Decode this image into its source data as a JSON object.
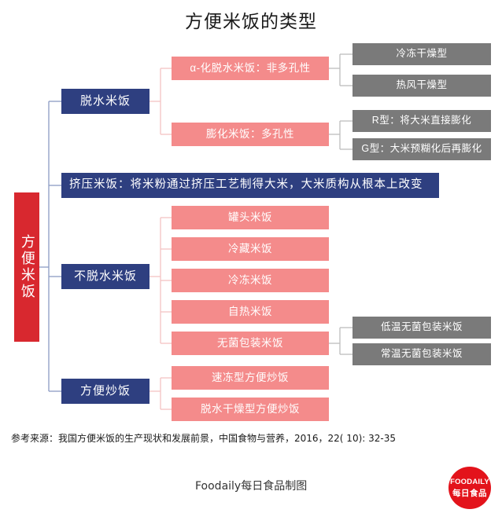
{
  "title": "方便米饭的类型",
  "root": {
    "label": "方便米饭",
    "color": "#d8282f"
  },
  "colors": {
    "blue": "#2e3f80",
    "pink": "#f48b8b",
    "gray": "#7a7a7a",
    "red": "#d8282f",
    "connector_blue": "#8b9bc4",
    "connector_pink": "#f3c4c4",
    "connector_gray": "#bdbdbd",
    "title_text": "#1a1a1a",
    "logo": "#e3131b"
  },
  "branches": [
    {
      "id": "dehydrated",
      "label": "脱水米饭",
      "children": [
        {
          "id": "alpha",
          "label": "α-化脱水米饭：非多孔性",
          "children": [
            {
              "id": "freezedry",
              "label": "冷冻干燥型"
            },
            {
              "id": "hotair",
              "label": "热风干燥型"
            }
          ]
        },
        {
          "id": "puffed",
          "label": "膨化米饭：多孔性",
          "children": [
            {
              "id": "rtype",
              "label": "R型：将大米直接膨化"
            },
            {
              "id": "gtype",
              "label": "G型：大米预糊化后再膨化"
            }
          ]
        }
      ]
    },
    {
      "id": "extruded",
      "label": "挤压米饭：将米粉通过挤压工艺制得大米，大米质构从根本上改变",
      "children": []
    },
    {
      "id": "nondehydrated",
      "label": "不脱水米饭",
      "children": [
        {
          "id": "canned",
          "label": "罐头米饭"
        },
        {
          "id": "chilled",
          "label": "冷藏米饭"
        },
        {
          "id": "frozen",
          "label": "冷冻米饭"
        },
        {
          "id": "selfheat",
          "label": "自热米饭"
        },
        {
          "id": "aseptic",
          "label": "无菌包装米饭",
          "children": [
            {
              "id": "lowtemp",
              "label": "低温无菌包装米饭"
            },
            {
              "id": "normtemp",
              "label": "常温无菌包装米饭"
            }
          ]
        }
      ]
    },
    {
      "id": "friedrice",
      "label": "方便炒饭",
      "children": [
        {
          "id": "quickfrozen",
          "label": "速冻型方便炒饭"
        },
        {
          "id": "dryfried",
          "label": "脱水干燥型方便炒饭"
        }
      ]
    }
  ],
  "footer": {
    "source": "参考来源：我国方便米饭的生产现状和发展前景，中国食物与营养，2016，22( 10): 32-35",
    "credit": "Foodaily每日食品制图",
    "logo_line1": "FOODAILY",
    "logo_line2": "每日食品"
  }
}
